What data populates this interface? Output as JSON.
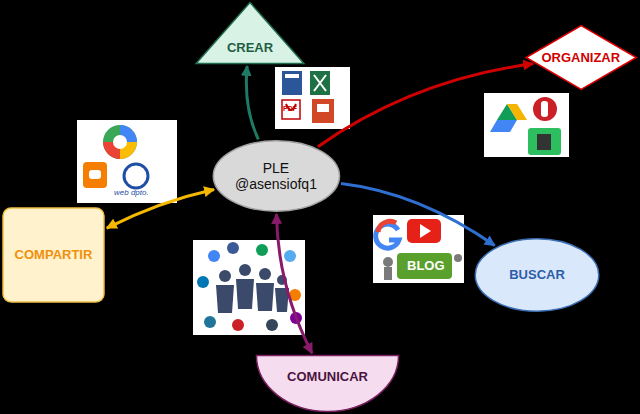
{
  "diagram": {
    "nodes": [
      {
        "text": [
          "CREAR"
        ]
      },
      {
        "text": [
          "ORGANIZAR"
        ]
      },
      {
        "text": [
          "PLE",
          "@asensiofq1"
        ]
      },
      {
        "text": [
          "COMPARTIR"
        ]
      },
      {
        "text": [
          "BUSCAR"
        ]
      },
      {
        "text": [
          "COMUNICAR"
        ]
      }
    ],
    "edges": [
      {
        "from": 2,
        "to": 0,
        "arrow": "to"
      },
      {
        "from": 2,
        "to": 1,
        "arrow": "to"
      },
      {
        "from": 2,
        "to": 3,
        "arrow": "both"
      },
      {
        "from": 2,
        "to": 4,
        "arrow": "to"
      },
      {
        "from": 2,
        "to": 5,
        "arrow": "both"
      }
    ],
    "labels": [
      "PDF",
      "web dpto.",
      "BLOG"
    ]
  }
}
